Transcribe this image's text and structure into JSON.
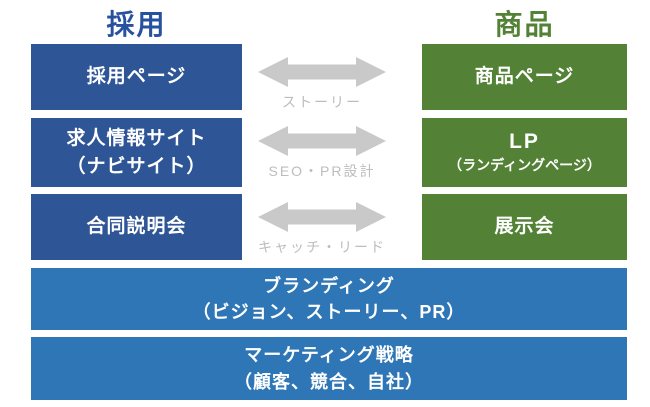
{
  "headers": {
    "left": "採用",
    "right": "商品"
  },
  "left_column": [
    {
      "lines": [
        "採用ページ"
      ]
    },
    {
      "lines": [
        "求人情報サイト",
        "（ナビサイト）"
      ]
    },
    {
      "lines": [
        "合同説明会"
      ]
    }
  ],
  "right_column": [
    {
      "lines": [
        "商品ページ"
      ]
    },
    {
      "lines": [
        "LP",
        "（ランディングページ）"
      ]
    },
    {
      "lines": [
        "展示会"
      ]
    }
  ],
  "connectors": [
    {
      "label": "ストーリー"
    },
    {
      "label": "SEO・PR設計"
    },
    {
      "label": "キャッチ・リード"
    }
  ],
  "bands": [
    {
      "lines": [
        "ブランディング",
        "（ビジョン、ストーリー、PR）"
      ]
    },
    {
      "lines": [
        "マーケティング戦略",
        "（顧客、競合、自社）"
      ]
    }
  ],
  "colors": {
    "recruit_box": "#2E5596",
    "product_box": "#538135",
    "band_box": "#2E76B5",
    "recruit_header_text": "#27519F",
    "product_header_text": "#538135",
    "arrow": "#C9C9C9",
    "connector_label": "#BDBDBD",
    "box_text": "#FFFFFF",
    "background": "#FFFFFF"
  }
}
